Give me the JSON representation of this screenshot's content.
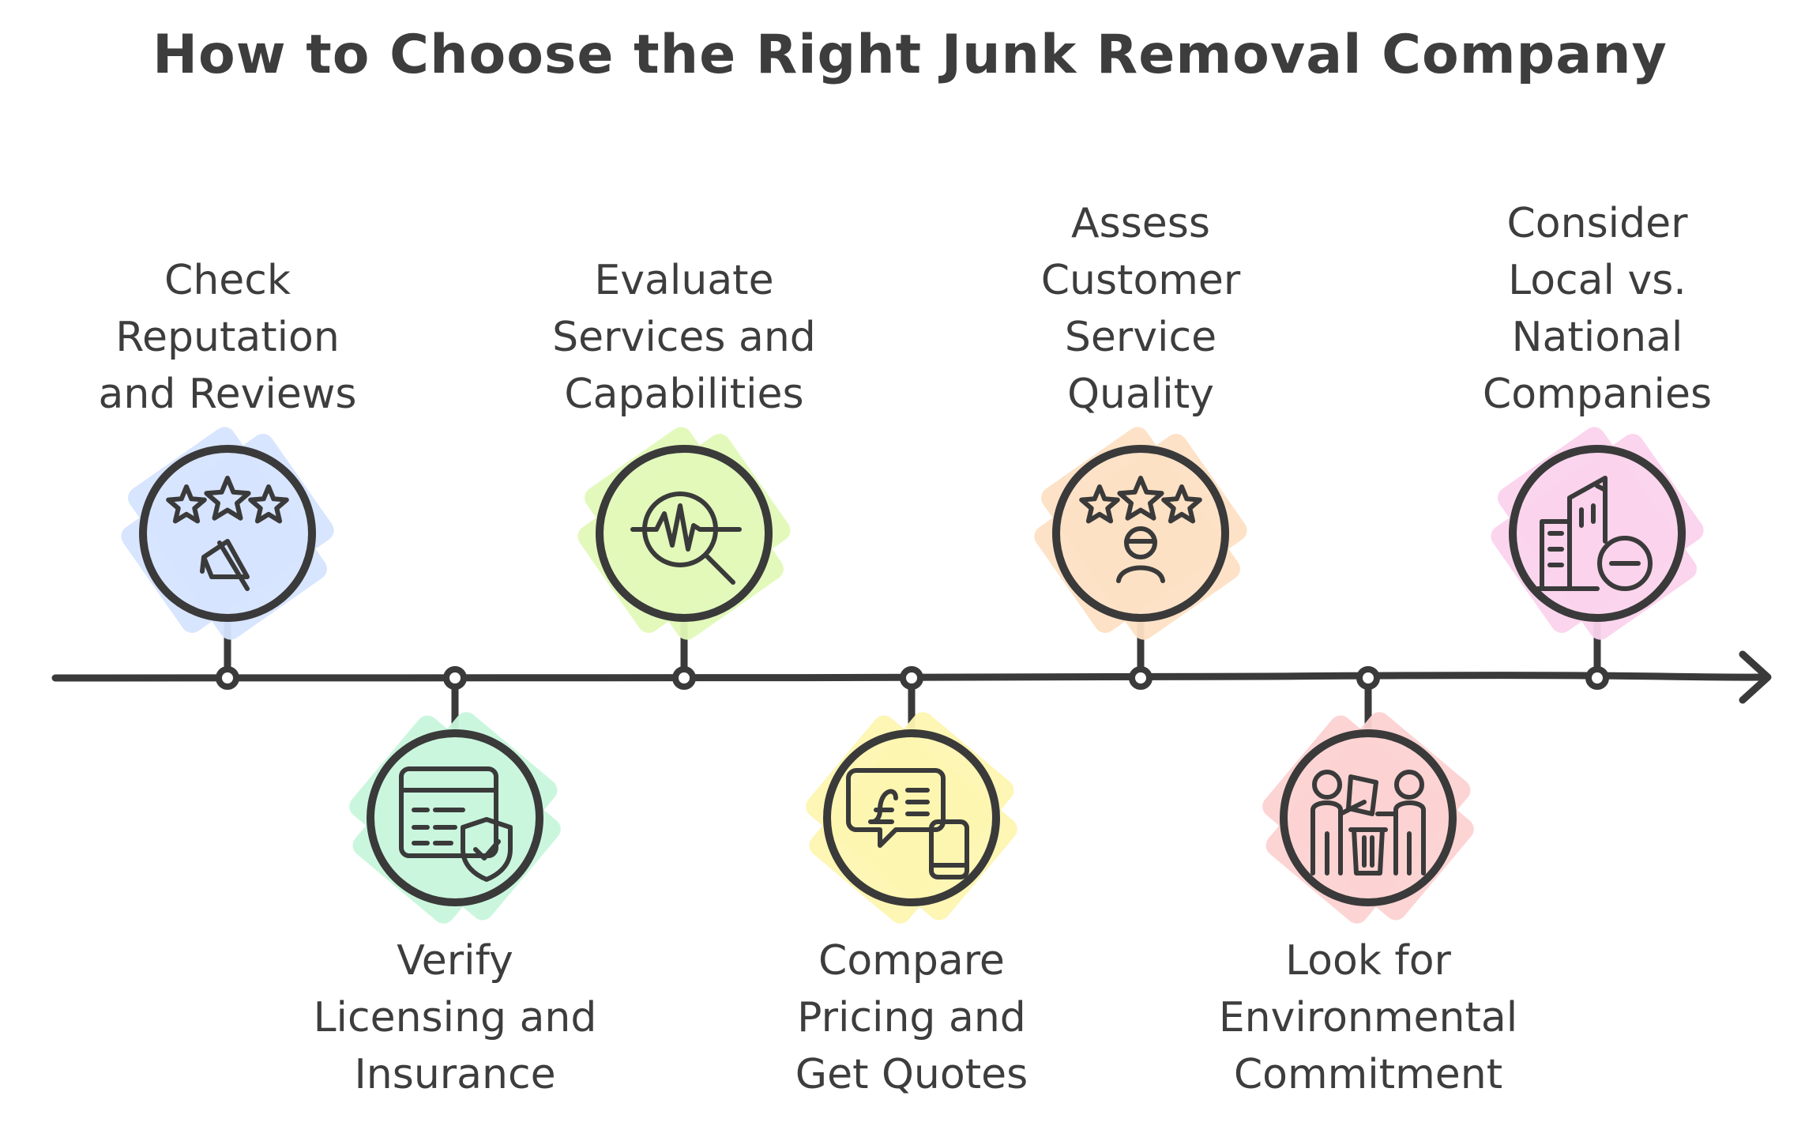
{
  "title": "How to Choose the Right Junk Removal Company",
  "steps": [
    {
      "label": "Check\nReputation\nand Reviews",
      "color": "#d6e4ff",
      "icon": "star-rating-megaphone-icon",
      "side": "above"
    },
    {
      "label": "Verify\nLicensing and\nInsurance",
      "color": "#c8f5dc",
      "icon": "certificate-shield-icon",
      "side": "below"
    },
    {
      "label": "Evaluate\nServices and\nCapabilities",
      "color": "#e2f9b8",
      "icon": "magnifier-pulse-icon",
      "side": "above"
    },
    {
      "label": "Compare\nPricing and\nGet Quotes",
      "color": "#fdf5b0",
      "icon": "pound-quote-phone-icon",
      "side": "below"
    },
    {
      "label": "Assess\nCustomer\nService\nQuality",
      "color": "#fde0c4",
      "icon": "star-customer-icon",
      "side": "above"
    },
    {
      "label": "Look for\nEnvironmental\nCommitment",
      "color": "#fdd2d2",
      "icon": "people-recycling-icon",
      "side": "below"
    },
    {
      "label": "Consider\nLocal vs.\nNational\nCompanies",
      "color": "#fbd3ec",
      "icon": "buildings-minus-icon",
      "side": "above"
    }
  ]
}
